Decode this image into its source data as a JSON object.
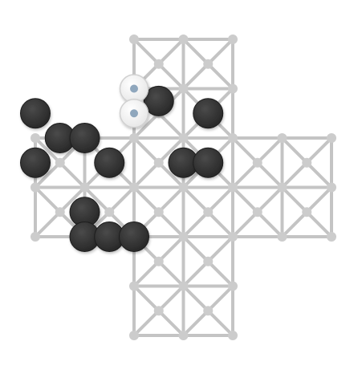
{
  "game": {
    "board_type": "cross-shaped grid with diagonal lines",
    "grid": {
      "columns": 7,
      "rows": 7,
      "cross_arm_width": 3
    },
    "colors": {
      "background": "#ffffff",
      "line": "#c4c4c4",
      "node": "#cccccc",
      "black_piece": "#333333",
      "white_piece": "#f4f4f4",
      "white_piece_center": "#8fa7bd"
    },
    "pieces": {
      "black": [
        [
          0,
          3
        ],
        [
          0,
          5
        ],
        [
          1,
          4
        ],
        [
          2,
          4
        ],
        [
          3,
          5
        ],
        [
          2,
          7
        ],
        [
          2,
          8
        ],
        [
          3,
          8
        ],
        [
          4,
          8
        ],
        [
          5,
          2.5
        ],
        [
          6,
          5
        ],
        [
          7,
          3
        ],
        [
          7,
          5
        ]
      ],
      "white": [
        [
          4,
          2
        ],
        [
          4,
          3
        ]
      ]
    }
  }
}
